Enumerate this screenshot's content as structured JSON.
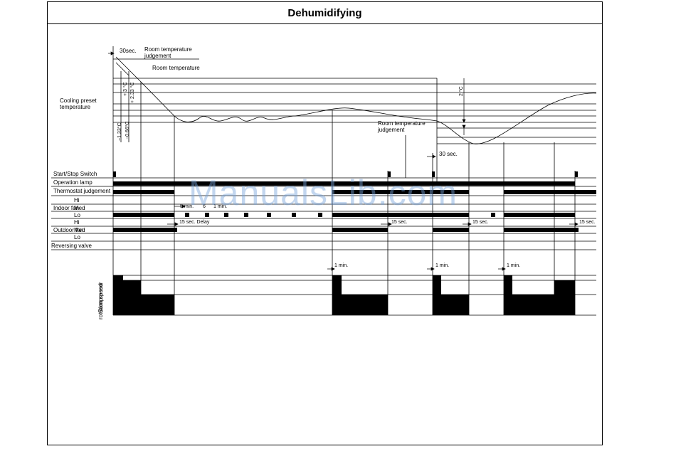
{
  "title": "Dehumidifying",
  "watermark": "ManualsLib.com",
  "labels": {
    "thirty_sec_top": "30sec.",
    "room_temp_judgement_top": "Room temperature\njudgement",
    "room_temperature": "Room temperature",
    "cooling_preset": "Cooling preset\ntemperature",
    "plus3": "+ 3 °C",
    "plus233": "+ 2.33 °C",
    "minus133": "−1.33°C",
    "minus066": "−0.66°C",
    "two_c": "2 °C",
    "room_temp_judgement_right": "Room temperature\njudgement",
    "thirty_sec_mid": "30 sec.",
    "five_min": "5 min.",
    "six_min": "6",
    "one_min_pulse": "1 min.",
    "fifteen_delay": "15 sec. Delay",
    "fifteen_sec": "15 sec.",
    "one_min": "1 min.",
    "compressor_speed": "Compressor\nrotation speed"
  },
  "rows": {
    "start_stop": "Start/Stop Switch",
    "operation_lamp": "Operation lamp",
    "thermostat": "Thermostat judgement",
    "indoor_fan": "Indoor fan",
    "outdoor_fan": "Outdoor fan",
    "hi": "Hi",
    "med": "Med",
    "lo": "Lo",
    "reversing_valve": "Reversing valve"
  }
}
